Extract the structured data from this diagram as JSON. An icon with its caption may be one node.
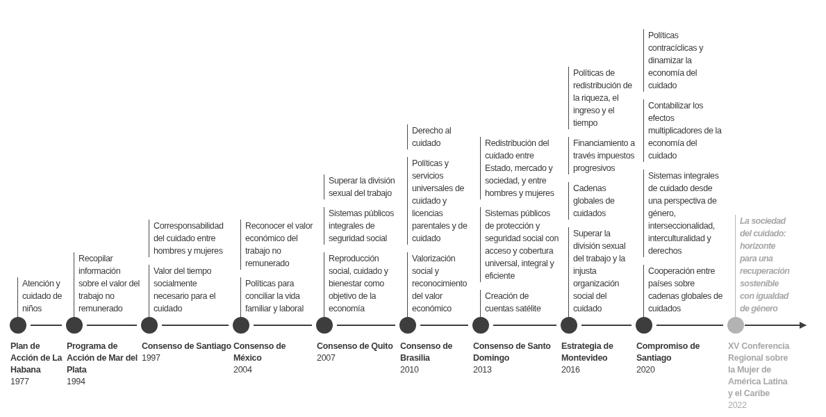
{
  "diagram": {
    "nodes": [
      {
        "text": [
          "Plan de Acción de La Habana",
          "1977"
        ],
        "beside": [
          "Atención y cuidado de niños"
        ]
      },
      {
        "text": [
          "Programa de Acción de Mar del Plata",
          "1994"
        ],
        "beside": [
          "Recopilar información sobre el valor del trabajo no remunerado"
        ]
      },
      {
        "text": [
          "Consenso de Santiago",
          "1997"
        ],
        "beside": [
          "Corresponsabilidad del cuidado entre hombres y mujeres",
          "Valor del tiempo socialmente necesario para el cuidado"
        ]
      },
      {
        "text": [
          "Consenso de México",
          "2004"
        ],
        "beside": [
          "Reconocer el valor económico del trabajo no remunerado",
          "Políticas para conciliar la vida familiar y laboral"
        ]
      },
      {
        "text": [
          "Consenso de Quito",
          "2007"
        ],
        "beside": [
          "Superar la división sexual del trabajo",
          "Sistemas públicos integrales de seguridad social",
          "Reproducción social, cuidado y bienestar como objetivo de la economía"
        ]
      },
      {
        "text": [
          "Consenso de Brasilia",
          "2010"
        ],
        "beside": [
          "Derecho al cuidado",
          "Políticas y servicios universales de cuidado y licencias parentales y de cuidado",
          "Valorización social y reconocimiento del valor económico"
        ]
      },
      {
        "text": [
          "Consenso de Santo Domingo",
          "2013"
        ],
        "beside": [
          "Redistribución del cuidado entre Estado, mercado y sociedad, y entre hombres y mujeres",
          "Sistemas públicos de protección y seguridad social con acceso y cobertura universal, integral y eficiente",
          "Creación de cuentas satélite"
        ]
      },
      {
        "text": [
          "Estrategia de Montevideo",
          "2016"
        ],
        "beside": [
          "Políticas de redistribución de la riqueza, el ingreso y el tiempo",
          "Financiamiento a través impuestos progresivos",
          "Cadenas globales de cuidados",
          "Superar la división sexual del trabajo y la injusta organización social del cuidado"
        ]
      },
      {
        "text": [
          "Compromiso de Santiago",
          "2020"
        ],
        "beside": [
          "Políticas contracíclicas y dinamizar la economía del cuidado",
          "Contabilizar los efectos multiplicadores de la economía del cuidado",
          "Sistemas integrales de cuidado desde una perspectiva de género, interseccionalidad, interculturalidad y derechos",
          "Cooperación entre países sobre cadenas globales de cuidados"
        ]
      },
      {
        "text": [
          "XV Conferencia Regional sobre la Mujer de América Latina y el Caribe",
          "2022"
        ],
        "beside": [
          "La sociedad del cuidado: horizonte para una recuperación sostenible con igualdad de género"
        ]
      }
    ],
    "edges": [
      {
        "from": 0,
        "to": 1,
        "arrow": "none"
      },
      {
        "from": 1,
        "to": 2,
        "arrow": "none"
      },
      {
        "from": 2,
        "to": 3,
        "arrow": "none"
      },
      {
        "from": 3,
        "to": 4,
        "arrow": "none"
      },
      {
        "from": 4,
        "to": 5,
        "arrow": "none"
      },
      {
        "from": 5,
        "to": 6,
        "arrow": "none"
      },
      {
        "from": 6,
        "to": 7,
        "arrow": "none"
      },
      {
        "from": 7,
        "to": 8,
        "arrow": "none"
      },
      {
        "from": 8,
        "to": 9,
        "arrow": "none"
      },
      {
        "from": 9,
        "to": null,
        "arrow": "to"
      }
    ]
  }
}
